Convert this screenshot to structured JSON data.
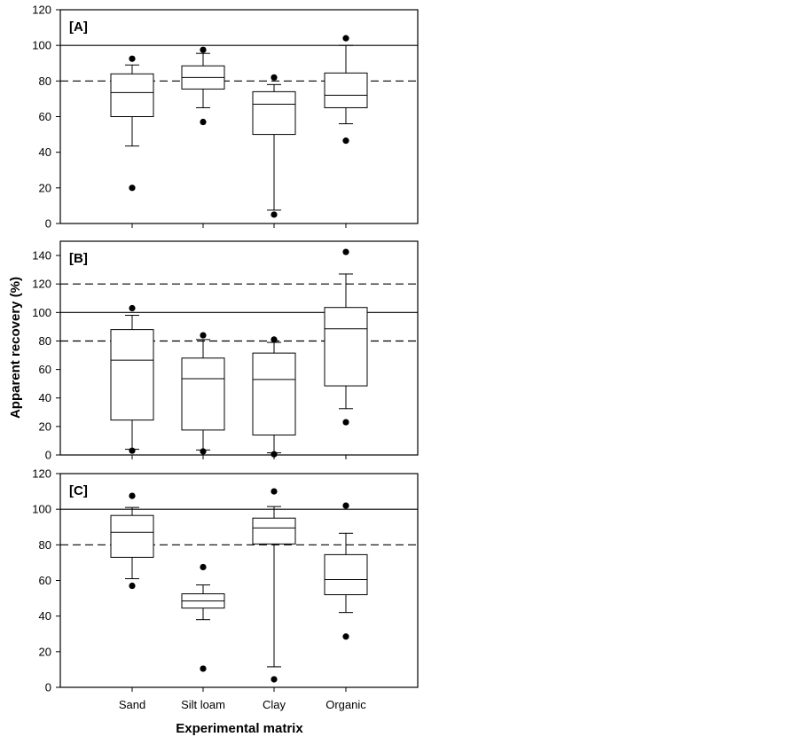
{
  "chart_data": {
    "type": "boxplot",
    "xlabel": "Experimental matrix",
    "ylabel": "Apparent recovery (%)",
    "categories": [
      "Sand",
      "Silt loam",
      "Clay",
      "Organic"
    ],
    "panels": [
      {
        "label": "[A]",
        "ylim": [
          0,
          120
        ],
        "yticks": [
          0,
          20,
          40,
          60,
          80,
          100,
          120
        ],
        "yticklabels": [
          "0",
          "20",
          "40",
          "60",
          "80",
          "100",
          "120"
        ],
        "solid_line": 100,
        "dashed_lines": [
          80
        ],
        "boxes": [
          {
            "q1": 60,
            "median": 73.5,
            "q3": 84,
            "whisker_low": 43.5,
            "whisker_high": 89,
            "outliers": [
              20,
              92.5
            ]
          },
          {
            "q1": 75.5,
            "median": 82,
            "q3": 88.5,
            "whisker_low": 65,
            "whisker_high": 95.5,
            "outliers": [
              57,
              97.5
            ]
          },
          {
            "q1": 50,
            "median": 67,
            "q3": 74,
            "whisker_low": 7.5,
            "whisker_high": 78,
            "outliers": [
              5,
              82
            ]
          },
          {
            "q1": 65,
            "median": 72,
            "q3": 84.5,
            "whisker_low": 56,
            "whisker_high": 100,
            "outliers": [
              46.5,
              104
            ]
          }
        ]
      },
      {
        "label": "[B]",
        "ylim": [
          0,
          150
        ],
        "yticks": [
          0,
          20,
          40,
          60,
          80,
          100,
          120,
          140
        ],
        "yticklabels": [
          "0",
          "20",
          "40",
          "60",
          "80",
          "100",
          "120",
          "140"
        ],
        "solid_line": 100,
        "dashed_lines": [
          80,
          120
        ],
        "boxes": [
          {
            "q1": 24.5,
            "median": 66.5,
            "q3": 88,
            "whisker_low": 4,
            "whisker_high": 98,
            "outliers": [
              3,
              103
            ]
          },
          {
            "q1": 17.5,
            "median": 53.5,
            "q3": 68,
            "whisker_low": 3.5,
            "whisker_high": 81,
            "outliers": [
              2.5,
              84
            ]
          },
          {
            "q1": 14,
            "median": 53,
            "q3": 71.5,
            "whisker_low": 1.5,
            "whisker_high": 79,
            "outliers": [
              0.5,
              81
            ]
          },
          {
            "q1": 48.5,
            "median": 88.5,
            "q3": 103.5,
            "whisker_low": 32.5,
            "whisker_high": 127,
            "outliers": [
              23,
              142.5
            ]
          }
        ]
      },
      {
        "label": "[C]",
        "ylim": [
          0,
          120
        ],
        "yticks": [
          0,
          20,
          40,
          60,
          80,
          100,
          120
        ],
        "yticklabels": [
          "0",
          "20",
          "40",
          "60",
          "80",
          "100",
          "120"
        ],
        "solid_line": 100,
        "dashed_lines": [
          80
        ],
        "boxes": [
          {
            "q1": 73,
            "median": 87,
            "q3": 96.5,
            "whisker_low": 61,
            "whisker_high": 101,
            "outliers": [
              57,
              107.5
            ]
          },
          {
            "q1": 44.5,
            "median": 48.5,
            "q3": 52.5,
            "whisker_low": 38,
            "whisker_high": 57.5,
            "outliers": [
              10.5,
              67.5
            ]
          },
          {
            "q1": 80.5,
            "median": 89.5,
            "q3": 95,
            "whisker_low": 11.5,
            "whisker_high": 101.5,
            "outliers": [
              4.5,
              110
            ]
          },
          {
            "q1": 52,
            "median": 60.5,
            "q3": 74.5,
            "whisker_low": 42,
            "whisker_high": 86.5,
            "outliers": [
              28.5,
              102
            ]
          }
        ]
      }
    ]
  }
}
